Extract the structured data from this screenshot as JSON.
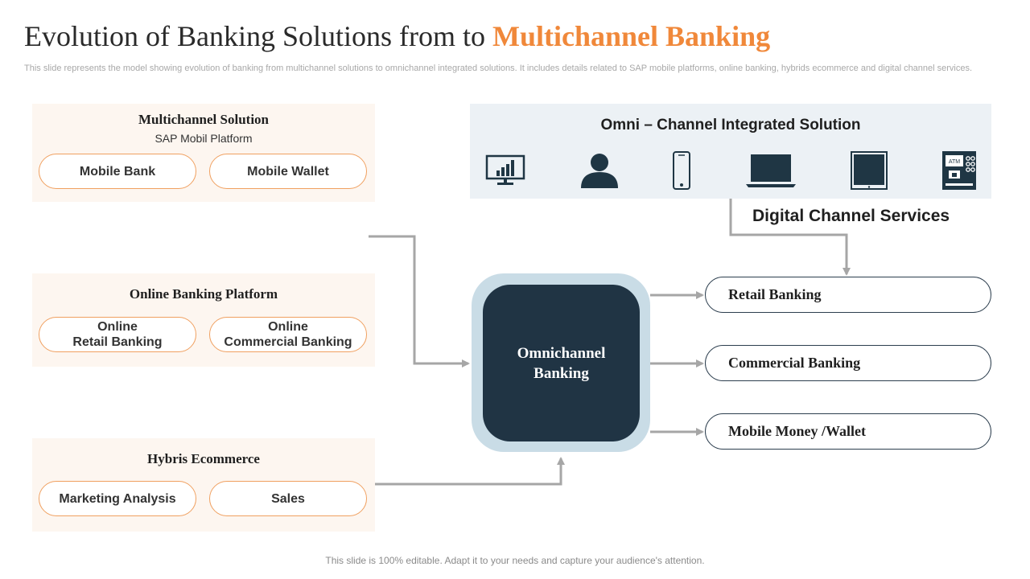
{
  "title": {
    "main": "Evolution of Banking Solutions from to",
    "accent": "Multichannel Banking"
  },
  "subtitle": "This slide represents the model showing evolution of banking from multichannel solutions to omnichannel integrated solutions. It includes details related to SAP mobile platforms, online banking, hybrids ecommerce and digital channel services.",
  "panels": {
    "multichannel": {
      "title": "Multichannel Solution",
      "sub": "SAP Mobil  Platform",
      "items": [
        "Mobile Bank",
        "Mobile Wallet"
      ]
    },
    "online": {
      "title": "Online Banking Platform",
      "items": [
        "Online\nRetail Banking",
        "Online\nCommercial Banking"
      ]
    },
    "hybris": {
      "title": "Hybris Ecommerce",
      "items": [
        "Marketing Analysis",
        "Sales"
      ]
    }
  },
  "omni": {
    "title": "Omni – Channel Integrated Solution",
    "icons": [
      "monitor-chart-icon",
      "person-icon",
      "smartphone-icon",
      "laptop-icon",
      "tablet-icon",
      "atm-icon"
    ],
    "atm_label": "ATM"
  },
  "digital_channel_label": "Digital  Channel Services",
  "hub": {
    "label": "Omnichannel\nBanking"
  },
  "outputs": [
    "Retail Banking",
    "Commercial Banking",
    "Mobile Money /Wallet"
  ],
  "footer": "This slide is 100% editable. Adapt it to your needs and capture your audience's attention.",
  "colors": {
    "accent": "#f0883a",
    "hub_dark": "#203444",
    "hub_light": "#c9dce6",
    "panel_bg": "#fdf6f0",
    "omni_bg": "#ecf1f5",
    "connector": "#a6a6a6",
    "icon": "#1f3644"
  }
}
